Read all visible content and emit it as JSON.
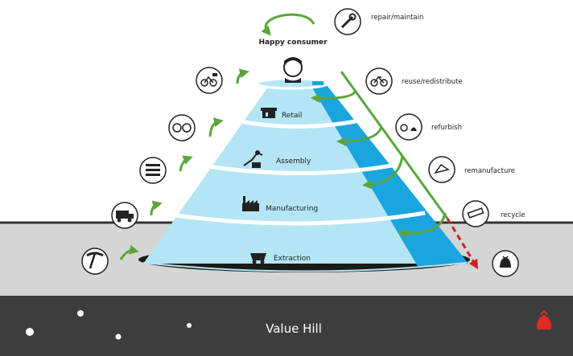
{
  "title": "Value Hill",
  "top_label": "Happy consumer",
  "layers": [
    {
      "key": "retail",
      "label": "Retail",
      "icon": "shop-icon"
    },
    {
      "key": "assembly",
      "label": "Assembly",
      "icon": "robot-arm-icon"
    },
    {
      "key": "manufacturing",
      "label": "Manufacturing",
      "icon": "factory-icon"
    },
    {
      "key": "extraction",
      "label": "Extraction",
      "icon": "mine-cart-icon"
    }
  ],
  "loops": [
    {
      "key": "repair",
      "label": "repair/maintain",
      "icon": "wrench-icon"
    },
    {
      "key": "reuse",
      "label": "reuse/redistribute",
      "icon": "bicycle-icon"
    },
    {
      "key": "refurbish",
      "label": "refurbish",
      "icon": "broken-bicycle-icon"
    },
    {
      "key": "remanufacture",
      "label": "remanufacture",
      "icon": "bike-frame-icon"
    },
    {
      "key": "recycle",
      "label": "recycle",
      "icon": "tube-icon"
    }
  ],
  "value_adding_icons": [
    "pickaxe-icon",
    "mining-truck-icon",
    "metal-bars-icon",
    "bicycle-parts-icon",
    "bicycle-tag-icon"
  ],
  "waste_icon": "trash-bag-icon",
  "colors": {
    "hill_light": "#b3e5f5",
    "hill_dark": "#1ba5de",
    "arrow_green": "#5aa53b",
    "arrow_red": "#cc2222",
    "ground": "#d5d5d5",
    "underground": "#3d3d3d",
    "waste_bag": "#e02b20"
  }
}
